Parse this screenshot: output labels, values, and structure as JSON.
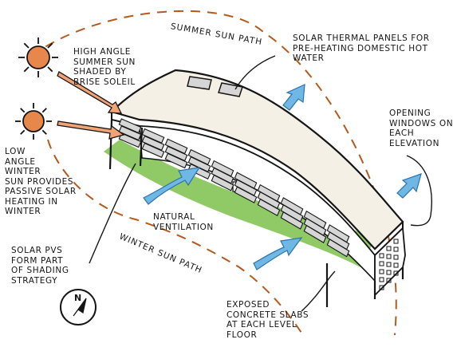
{
  "colors": {
    "ink": "#151515",
    "sun_fill": "#e8874c",
    "sun_ray": "#1a1a1a",
    "solar_arrow": "#f0a374",
    "sun_path": "#b35a1e",
    "air_arrow": "#6fb8e6",
    "air_arrow_edge": "#2d73a8",
    "grass": "#7dc14c",
    "roof": "#f4f0e6",
    "panel": "#d6d6d6"
  },
  "icons": {
    "sun": "sun-icon",
    "north_arrow": "compass-north-arrow-icon"
  },
  "labels": {
    "summer_sun_path": "Summer Sun Path",
    "winter_sun_path": "Winter Sun Path",
    "high_angle_summer_sun": [
      "High Angle",
      "Summer Sun",
      "Shaded by",
      "Brise Soleil"
    ],
    "low_angle_winter_sun": [
      "Low",
      "Angle",
      "Winter",
      "Sun provides",
      "Passive Solar",
      "Heating in",
      "Winter"
    ],
    "solar_thermal_panels": [
      "Solar Thermal Panels for",
      "Pre-heating Domestic Hot",
      "Water"
    ],
    "opening_windows": [
      "Opening",
      "Windows on",
      "Each",
      "Elevation"
    ],
    "natural_ventilation": [
      "Natural",
      "Ventilation"
    ],
    "solar_pvs": [
      "Solar PVs",
      "Form Part",
      "of Shading",
      "Strategy"
    ],
    "exposed_concrete": [
      "Exposed",
      "Concrete Slabs",
      "at Each Level",
      "Floor"
    ],
    "north_symbol": "N"
  }
}
